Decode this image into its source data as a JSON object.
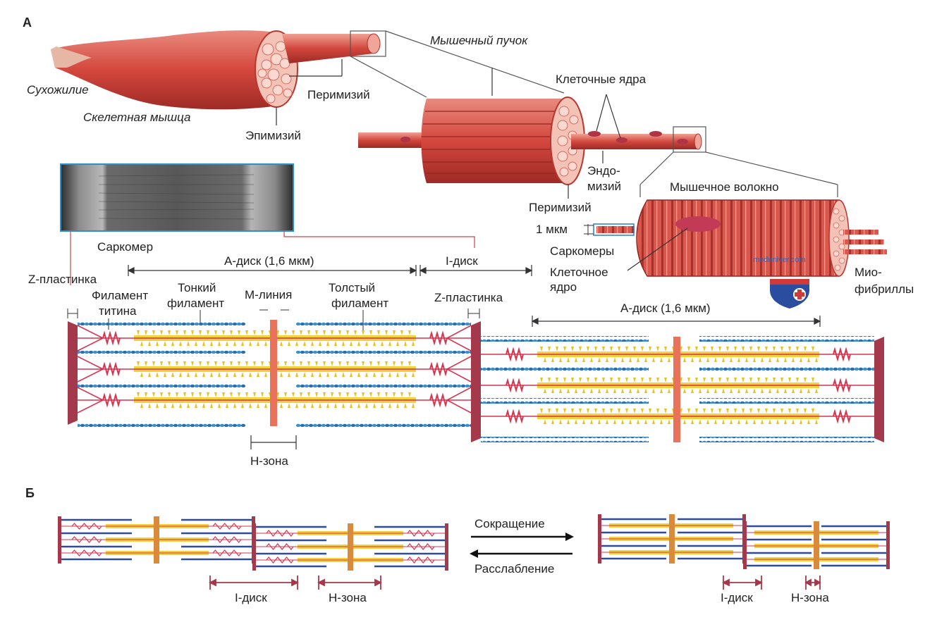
{
  "panel_a": {
    "letter": "А",
    "labels": {
      "tendon": "Сухожилие",
      "skeletal_muscle": "Скелетная мышца",
      "perimysium_1": "Перимизий",
      "epimysium": "Эпимизий",
      "muscle_bundle": "Мышечный пучок",
      "cell_nuclei": "Клеточные ядра",
      "endomysium_1": "Эндо-",
      "endomysium_2": "мизий",
      "perimysium_2": "Перимизий",
      "muscle_fiber": "Мышечное волокно",
      "one_um": "1 мкм",
      "sarcomeres": "Саркомеры",
      "cell_nucleus_1": "Клеточное",
      "cell_nucleus_2": "ядро",
      "myofibrils_1": "Мио-",
      "myofibrils_2": "фибриллы",
      "sarcomere": "Саркомер",
      "a_disc_1": "А-диск (1,6 мкм)",
      "i_disc": "I-диск",
      "z_plate_1": "Z-пластинка",
      "titin_1": "Филамент",
      "titin_2": "титина",
      "thin_1": "Тонкий",
      "thin_2": "филамент",
      "m_line": "М-линия",
      "thick_1": "Толстый",
      "thick_2": "филамент",
      "z_plate_2": "Z-пластинка",
      "a_disc_2": "А-диск (1,6 мкм)",
      "h_zone": "Н-зона",
      "watermark": "meduniver.com"
    }
  },
  "panel_b": {
    "letter": "Б",
    "contraction": "Сокращение",
    "relaxation": "Расслабление",
    "i_disc_left": "I-диск",
    "h_zone_left": "Н-зона",
    "i_disc_right": "I-диск",
    "h_zone_right": "Н-зона"
  },
  "colors": {
    "muscle": "#d9534a",
    "muscle_dark": "#a8312c",
    "z_disc": "#a3394a",
    "actin": "#3b8fcf",
    "myosin": "#f2d23a",
    "titin": "#d6334f",
    "m_line": "#e8735a"
  }
}
